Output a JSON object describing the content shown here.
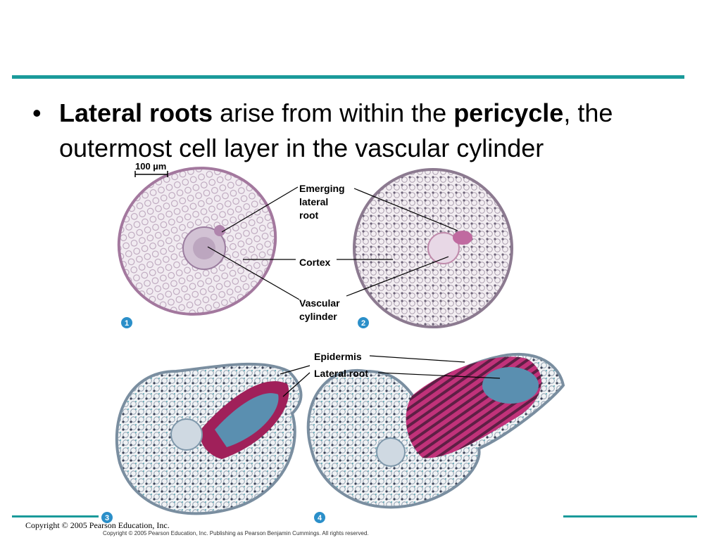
{
  "slide": {
    "bullet": {
      "term1": "Lateral roots",
      "text1": " arise from within the ",
      "term2": "pericycle",
      "text2": ", the outermost cell layer in the vascular cylinder"
    },
    "copyright": "Copyright © 2005 Pearson Education, Inc."
  },
  "figure": {
    "scale_bar": "100 µm",
    "labels": {
      "emerging_lateral_root": [
        "Emerging",
        "lateral",
        "root"
      ],
      "cortex": "Cortex",
      "vascular_cylinder": [
        "Vascular",
        "cylinder"
      ],
      "epidermis": "Epidermis",
      "lateral_root": "Lateral root"
    },
    "panels": [
      "1",
      "2",
      "3",
      "4"
    ],
    "copyright": "Copyright © 2005 Pearson Education, Inc. Publishing as Pearson Benjamin Cummings. All rights reserved."
  },
  "colors": {
    "accent": "#1a9a9a",
    "panel_badge": "#2b8fc9",
    "stain_pink": "#c06aa0",
    "stain_dark_pink": "#a0205a",
    "stain_blue": "#5a8fb0"
  }
}
